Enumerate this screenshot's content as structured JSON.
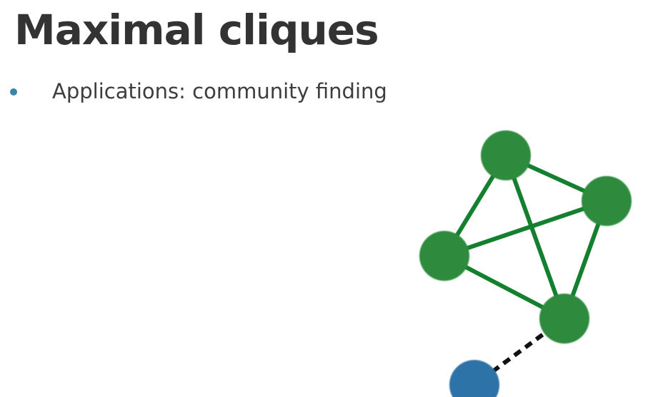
{
  "slide": {
    "title": "Maximal cliques",
    "bullets": [
      "Applications: community finding"
    ]
  },
  "colors": {
    "title": "#333333",
    "text": "#3d3d3d",
    "bullet": "#3a86a8",
    "clique_node": "#2e8b3e",
    "clique_edge": "#14802f",
    "outside_node": "#2f73a8",
    "outside_edge": "#111111"
  },
  "graph": {
    "nodes": [
      {
        "id": "n1",
        "group": "clique"
      },
      {
        "id": "n2",
        "group": "clique"
      },
      {
        "id": "n3",
        "group": "clique"
      },
      {
        "id": "n4",
        "group": "clique"
      },
      {
        "id": "n5",
        "group": "outside"
      }
    ],
    "edges": [
      {
        "from": "n1",
        "to": "n2",
        "style": "solid"
      },
      {
        "from": "n1",
        "to": "n3",
        "style": "solid"
      },
      {
        "from": "n1",
        "to": "n4",
        "style": "solid"
      },
      {
        "from": "n2",
        "to": "n3",
        "style": "solid"
      },
      {
        "from": "n2",
        "to": "n4",
        "style": "solid"
      },
      {
        "from": "n3",
        "to": "n4",
        "style": "solid"
      },
      {
        "from": "n4",
        "to": "n5",
        "style": "dashed"
      }
    ]
  }
}
